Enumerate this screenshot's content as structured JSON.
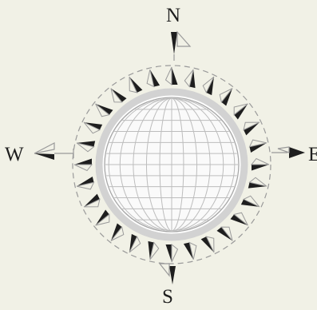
{
  "compass": {
    "north_label": "N",
    "south_label": "S",
    "west_label": "W",
    "east_label": "E",
    "colors": {
      "background": "#f1f1e6",
      "ink": "#1e1e1e",
      "globe_fill": "#ffffff",
      "globe_ring": "#d9d9d9",
      "grid_line": "#bdbdbd",
      "outline": "#9a9a9a"
    },
    "icons": [
      "globe-icon",
      "north-arrow-icon",
      "south-arrow-icon",
      "west-arrow-icon",
      "east-arrow-icon"
    ]
  }
}
